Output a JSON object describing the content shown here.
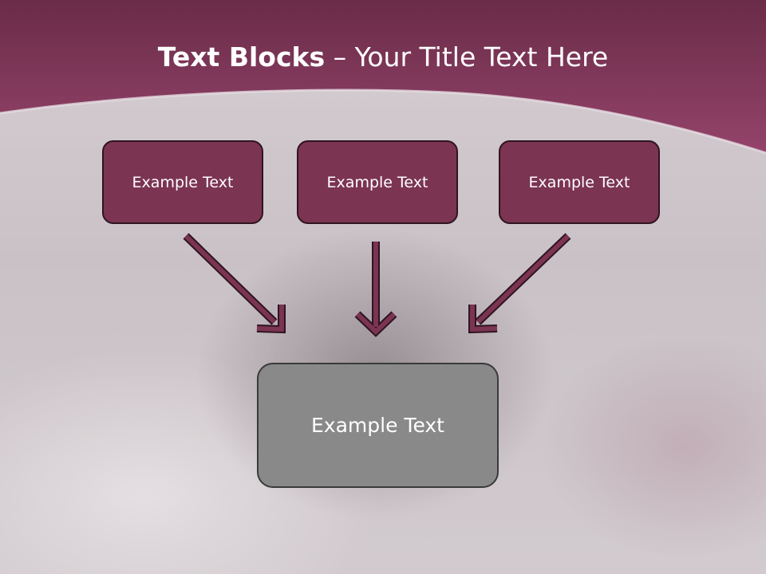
{
  "title": {
    "bold": "Text Blocks",
    "rest": " – Your Title Text Here"
  },
  "boxes": {
    "top": [
      "Example Text",
      "Example Text",
      "Example Text"
    ],
    "bottom": "Example Text"
  },
  "colors": {
    "header": "#8a3f62",
    "header_dark": "#6a2c48",
    "box_fill": "#7b3452",
    "box_border": "#2e1520",
    "bottom_fill": "#898989",
    "arrow": "#7b3452"
  }
}
